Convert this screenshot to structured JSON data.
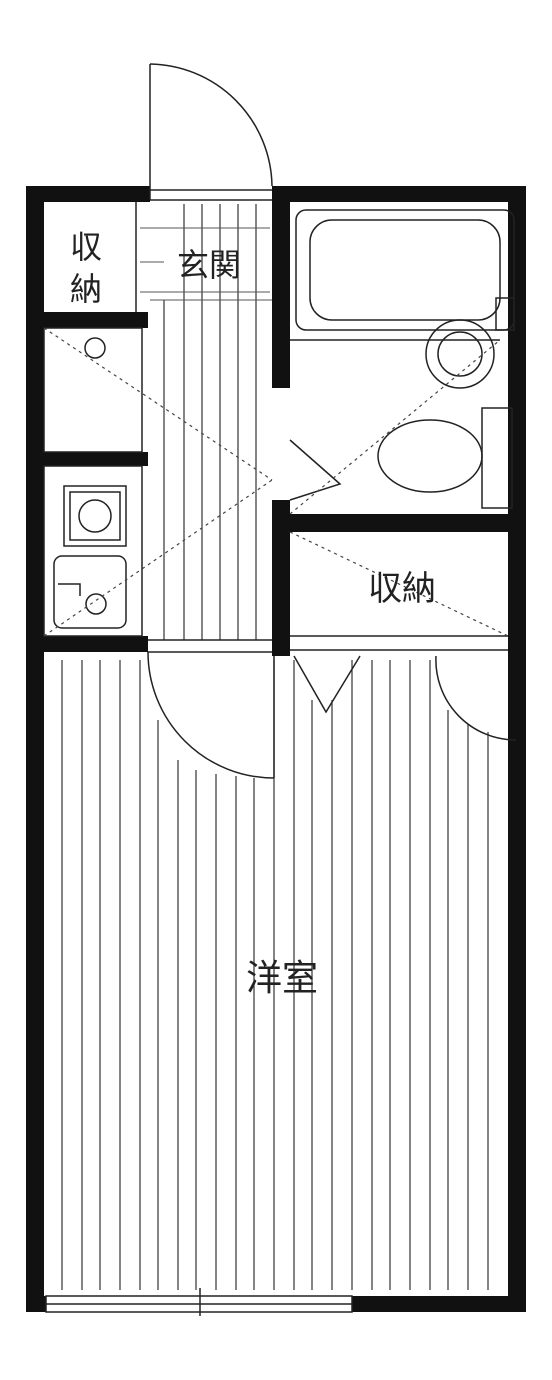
{
  "plan": {
    "colors": {
      "wall": "#111111",
      "line": "#222222",
      "background": "#ffffff"
    },
    "rooms": {
      "storage_entry_top": "収",
      "storage_entry_bottom": "納",
      "entrance": "玄関",
      "storage_closet": "収納",
      "western_room": "洋室"
    }
  }
}
